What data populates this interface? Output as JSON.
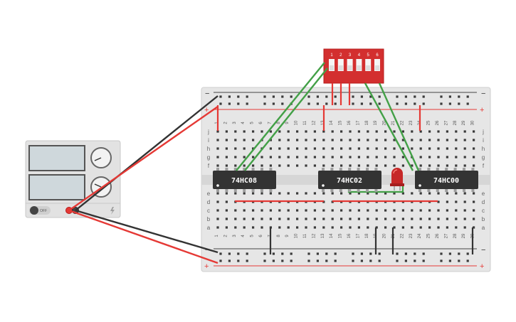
{
  "power_supply": {
    "switch_label": "OFF"
  },
  "breadboard": {
    "rail_plus": "+",
    "rail_minus": "−",
    "row_letters_top": [
      "j",
      "i",
      "h",
      "g",
      "f"
    ],
    "row_letters_bottom": [
      "e",
      "d",
      "c",
      "b",
      "a"
    ],
    "column_numbers": [
      "1",
      "2",
      "3",
      "4",
      "5",
      "6",
      "7",
      "8",
      "9",
      "10",
      "11",
      "12",
      "13",
      "14",
      "15",
      "16",
      "17",
      "18",
      "19",
      "20",
      "21",
      "22",
      "23",
      "24",
      "25",
      "26",
      "27",
      "28",
      "29",
      "30"
    ]
  },
  "chips": [
    {
      "label": "74HC08"
    },
    {
      "label": "74HC02"
    },
    {
      "label": "74HC00"
    }
  ],
  "dip_switch": {
    "numbers": [
      "1",
      "2",
      "3",
      "4",
      "5",
      "6"
    ]
  },
  "led": {
    "color": "#c62828"
  },
  "colors": {
    "wire_red": "#e53935",
    "wire_black": "#333333",
    "wire_green": "#43a047",
    "board": "#e4e4e4",
    "chip": "#333333"
  }
}
